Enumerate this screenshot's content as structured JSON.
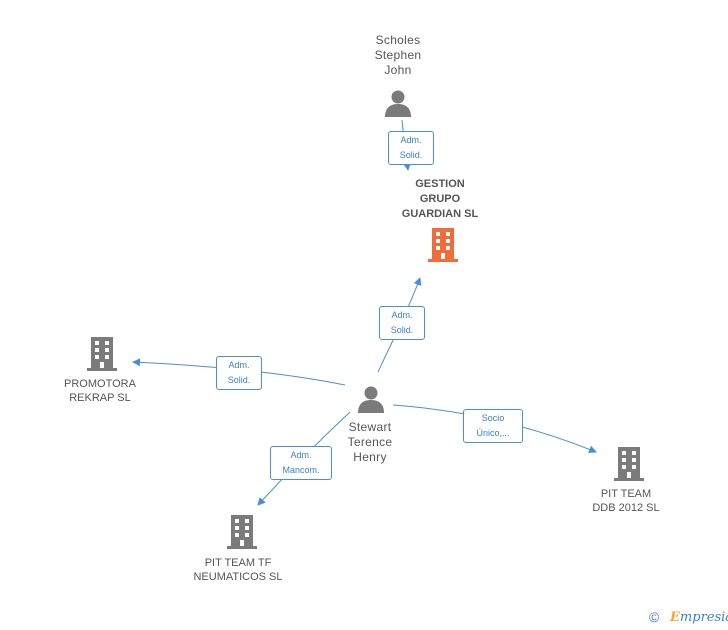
{
  "nodes": {
    "scholes": {
      "label": "Scholes\nStephen\nJohn",
      "icon": "person-icon"
    },
    "gestion": {
      "label": "GESTION\nGRUPO\nGUARDIAN SL",
      "icon": "building-icon",
      "color": "#f26c3a"
    },
    "stewart": {
      "label": "Stewart\nTerence\nHenry",
      "icon": "person-icon"
    },
    "promotora": {
      "label": "PROMOTORA\nREKRAP SL",
      "icon": "building-icon"
    },
    "pitddb": {
      "label": "PIT TEAM\nDDB 2012 SL",
      "icon": "building-icon"
    },
    "pittf": {
      "label": "PIT TEAM TF\nNEUMATICOS SL",
      "icon": "building-icon"
    }
  },
  "edges": {
    "scholes_gestion": "Adm.\nSolid.",
    "stewart_gestion": "Adm.\nSolid.",
    "stewart_promotora": "Adm.\nSolid.",
    "stewart_pittf": "Adm.\nMancom.",
    "stewart_pitddb": "Socio\nÚnico,..."
  },
  "footer": {
    "copyright": "©",
    "brand_first": "E",
    "brand_rest": "mpresia"
  },
  "colors": {
    "edge": "#4a90d9",
    "node_gray": "#7b7b7b",
    "highlight": "#f26c3a"
  }
}
